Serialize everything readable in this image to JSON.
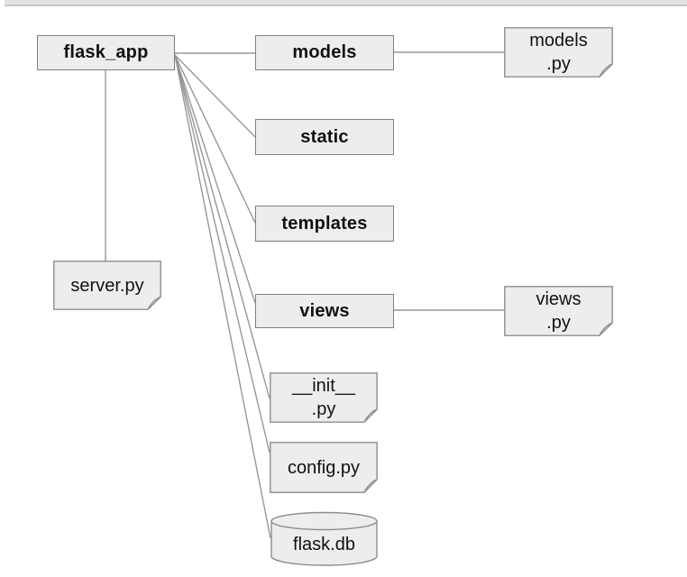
{
  "diagram": {
    "type": "tree",
    "description": "Flask application folder structure diagram",
    "nodes": {
      "flask_app": {
        "label": "flask_app",
        "kind": "folder"
      },
      "models": {
        "label": "models",
        "kind": "folder"
      },
      "static": {
        "label": "static",
        "kind": "folder"
      },
      "templates": {
        "label": "templates",
        "kind": "folder"
      },
      "views": {
        "label": "views",
        "kind": "folder"
      },
      "models_py": {
        "line1": "models",
        "line2": ".py",
        "kind": "file"
      },
      "server_py": {
        "label": "server.py",
        "kind": "file"
      },
      "views_py": {
        "line1": "views",
        "line2": ".py",
        "kind": "file"
      },
      "init_py": {
        "line1": "__init__",
        "line2": ".py",
        "kind": "file"
      },
      "config_py": {
        "label": "config.py",
        "kind": "file"
      },
      "flask_db": {
        "label": "flask.db",
        "kind": "database"
      }
    },
    "edges": [
      {
        "from": "flask_app",
        "to": "models"
      },
      {
        "from": "flask_app",
        "to": "static"
      },
      {
        "from": "flask_app",
        "to": "templates"
      },
      {
        "from": "flask_app",
        "to": "views"
      },
      {
        "from": "flask_app",
        "to": "server_py"
      },
      {
        "from": "flask_app",
        "to": "init_py"
      },
      {
        "from": "flask_app",
        "to": "config_py"
      },
      {
        "from": "flask_app",
        "to": "flask_db"
      },
      {
        "from": "models",
        "to": "models_py"
      },
      {
        "from": "views",
        "to": "views_py"
      }
    ],
    "colors": {
      "canvas_background": "#ffffff",
      "node_fill": "#ededed",
      "node_border": "#7f7f7f",
      "file_fold": "#d9d9d9",
      "connector": "#979797",
      "text": "#111111",
      "chrome_bar": "#e3e3e3"
    }
  }
}
